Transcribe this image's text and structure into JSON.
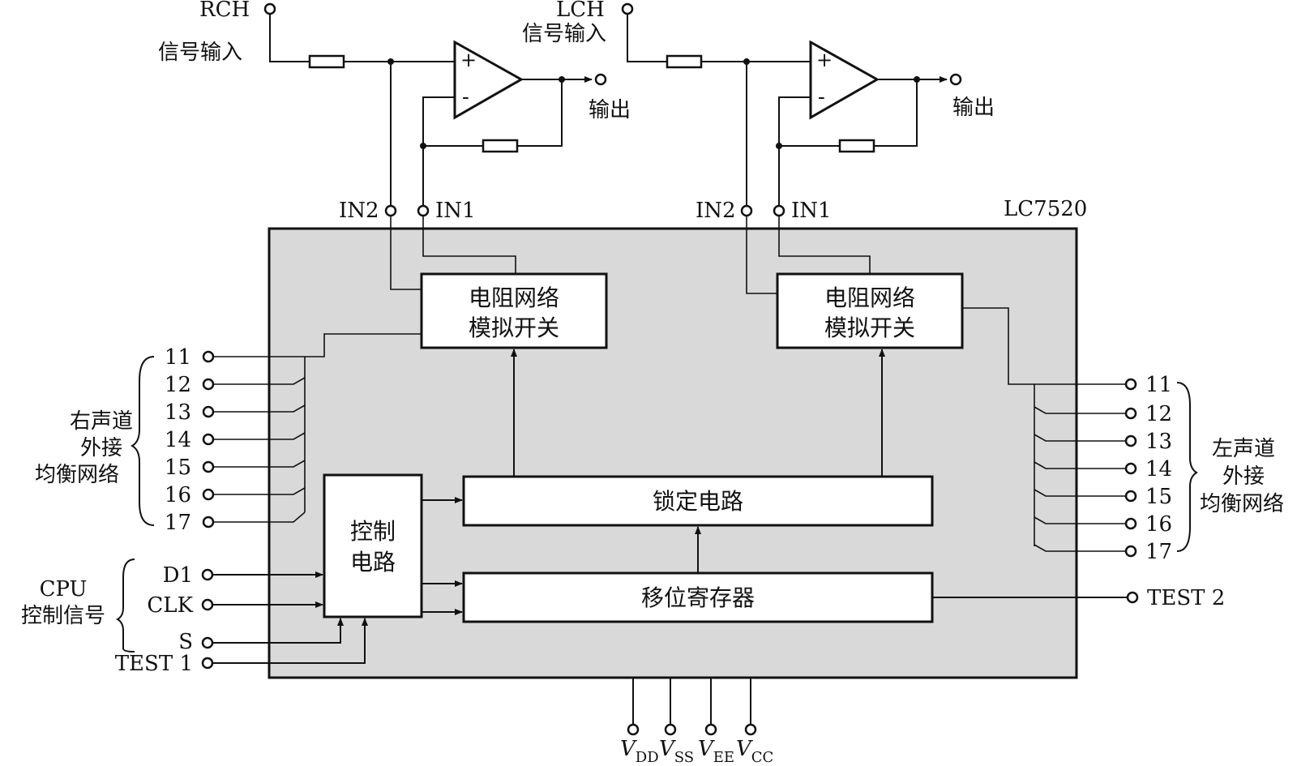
{
  "chip": {
    "name": "LC7520"
  },
  "right_channel": {
    "input_pin": "RCH",
    "input_label": "信号输入",
    "output_label": "输出",
    "in2": "IN2",
    "in1": "IN1"
  },
  "left_channel": {
    "input_pin": "LCH",
    "input_label": "信号输入",
    "output_label": "输出",
    "in2": "IN2",
    "in1": "IN1"
  },
  "opamp": {
    "plus": "+",
    "minus": "-"
  },
  "blocks": {
    "resistor_network_line1": "电阻网络",
    "resistor_network_line2": "模拟开关",
    "control_line1": "控制",
    "control_line2": "电路",
    "latch": "锁定电路",
    "shift_register": "移位寄存器"
  },
  "right_eq": {
    "group_label": [
      "右声道",
      "外接",
      "均衡网络"
    ],
    "pins": [
      "11",
      "12",
      "13",
      "14",
      "15",
      "16",
      "17"
    ]
  },
  "left_eq": {
    "group_label": [
      "左声道",
      "外接",
      "均衡网络"
    ],
    "pins": [
      "11",
      "12",
      "13",
      "14",
      "15",
      "16",
      "17"
    ]
  },
  "cpu": {
    "group_label": [
      "CPU",
      "控制信号"
    ],
    "d1": "D1",
    "clk": "CLK",
    "s": "S",
    "test1": "TEST 1"
  },
  "test2": "TEST 2",
  "power": [
    {
      "main": "V",
      "sub": "DD"
    },
    {
      "main": "V",
      "sub": "SS"
    },
    {
      "main": "V",
      "sub": "EE"
    },
    {
      "main": "V",
      "sub": "CC"
    }
  ]
}
